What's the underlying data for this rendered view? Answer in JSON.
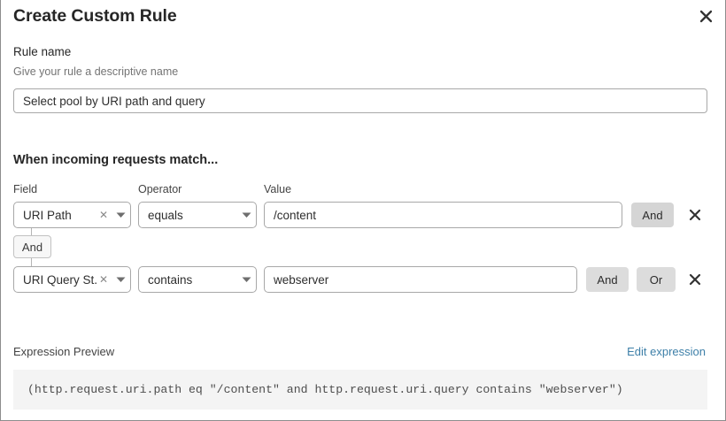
{
  "dialog": {
    "title": "Create Custom Rule",
    "close_icon": "close-icon"
  },
  "rule_name": {
    "label": "Rule name",
    "help": "Give your rule a descriptive name",
    "value": "Select pool by URI path and query",
    "placeholder": "Rule name"
  },
  "match_section": {
    "heading": "When incoming requests match...",
    "columns": {
      "field": "Field",
      "operator": "Operator",
      "value": "Value"
    },
    "connector": {
      "label": "And"
    },
    "rows": [
      {
        "field": "URI Path",
        "field_clear_icon": "clear-icon",
        "field_caret_icon": "chevron-down-icon",
        "operator": "equals",
        "operator_caret_icon": "chevron-down-icon",
        "value": "/content",
        "value_placeholder": "Value",
        "and_label": "And",
        "remove_icon": "close-icon"
      },
      {
        "field": "URI Query St...",
        "field_clear_icon": "clear-icon",
        "field_caret_icon": "chevron-down-icon",
        "operator": "contains",
        "operator_caret_icon": "chevron-down-icon",
        "value": "webserver",
        "value_placeholder": "Value",
        "and_label": "And",
        "or_label": "Or",
        "remove_icon": "close-icon"
      }
    ]
  },
  "expression_preview": {
    "label": "Expression Preview",
    "edit_link": "Edit expression",
    "code": "(http.request.uri.path eq \"/content\" and http.request.uri.query contains \"webserver\")"
  },
  "colors": {
    "link": "#3d7fa8",
    "button_active": "#d5d5d5",
    "button_idle": "#dcdcdc",
    "code_background": "#f4f4f4",
    "border": "#a8a8a8",
    "text": "#262626",
    "muted_text": "#747474"
  }
}
